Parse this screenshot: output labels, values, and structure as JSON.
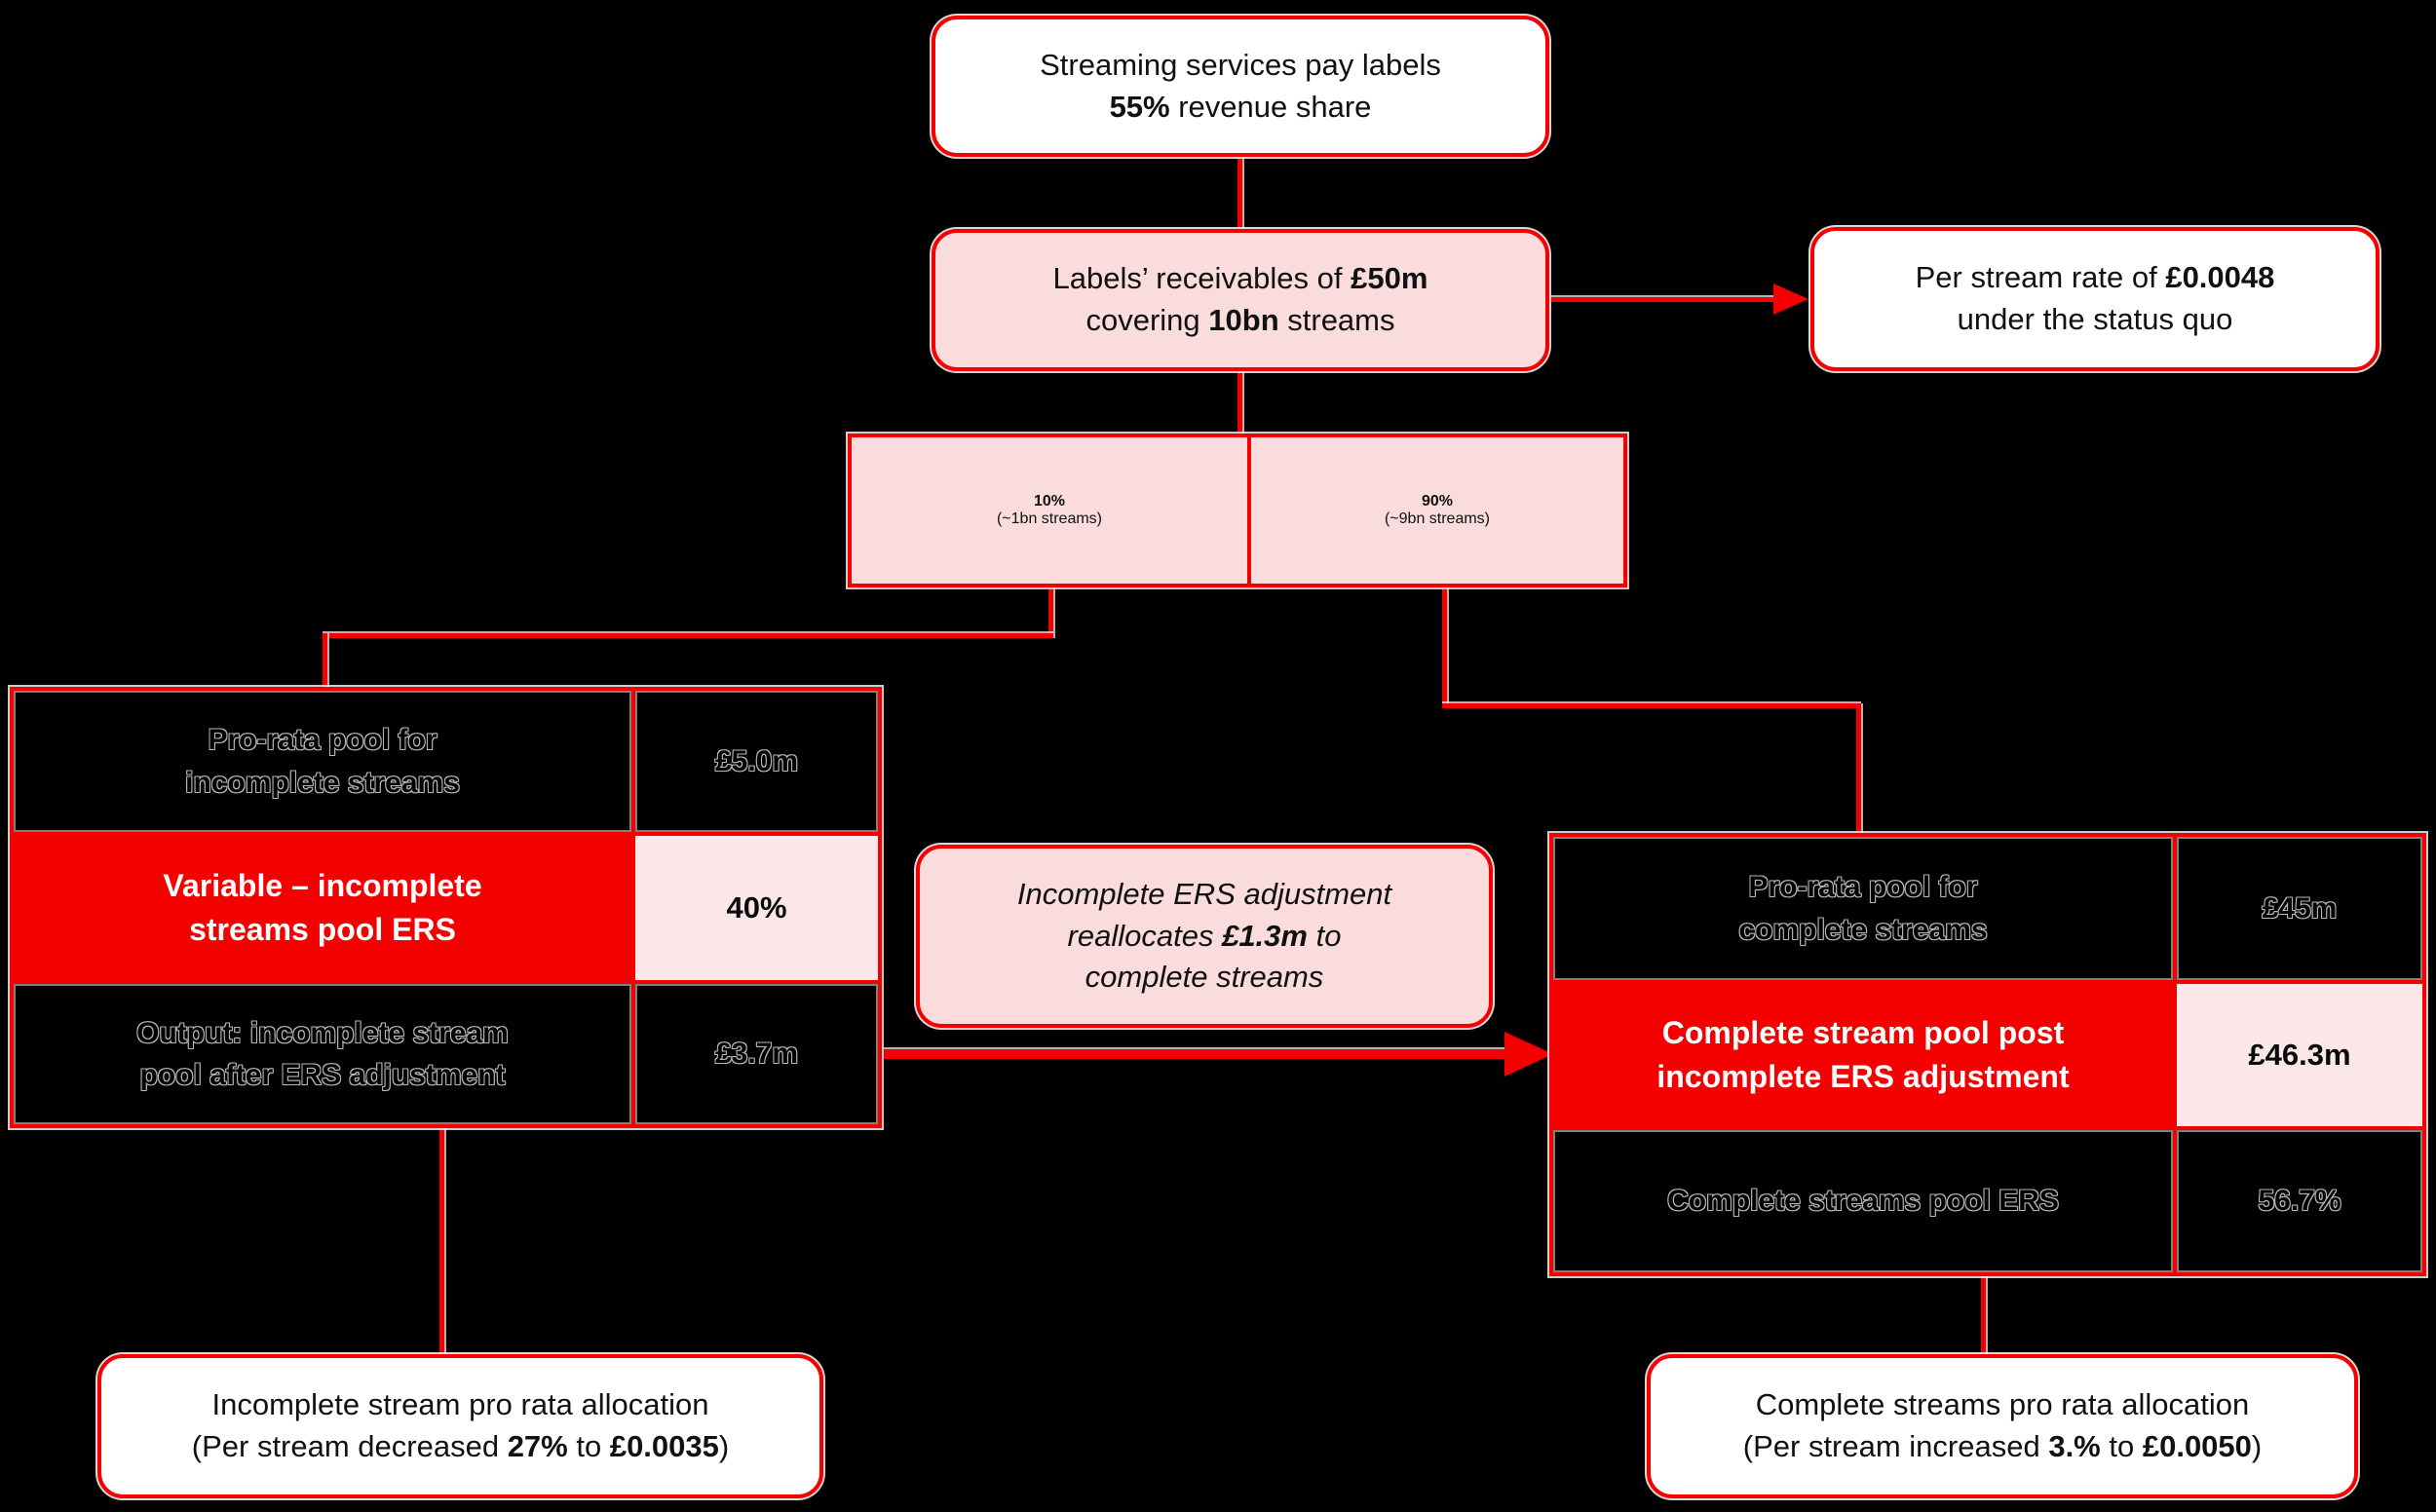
{
  "colors": {
    "red": "#f40000",
    "pink": "#fadcdc",
    "pink_light": "#fbe7e7",
    "background": "#000000",
    "box_white": "#ffffff"
  },
  "top_box": {
    "line1": "Streaming services pay labels",
    "bold2": "55%",
    "rest2": " revenue share"
  },
  "receivables_box": {
    "pre1": "Labels’ receivables of ",
    "bold1": "£50m",
    "pre2": "covering ",
    "bold2": "10bn",
    "rest2": " streams"
  },
  "status_quo_box": {
    "pre1": "Per stream rate of ",
    "bold1": "£0.0048",
    "line2": "under the status quo"
  },
  "split_box": {
    "left": {
      "pct": "10%",
      "sub": "(~1bn streams)"
    },
    "right": {
      "pct": "90%",
      "sub": "(~9bn streams)"
    }
  },
  "incomplete_table": {
    "rows": [
      {
        "label1": "Pro-rata pool for",
        "label2": "incomplete streams",
        "value": "£5.0m"
      },
      {
        "label1": "Variable – incomplete",
        "label2": "streams pool ERS",
        "value": "40%"
      },
      {
        "label1": "Output: incomplete stream",
        "label2": "pool after ERS adjustment",
        "value": "£3.7m"
      }
    ]
  },
  "adjustment_note": {
    "line1": "Incomplete ERS adjustment",
    "pre2": "reallocates ",
    "bold2": "£1.3m",
    "rest2": " to",
    "line3": "complete streams"
  },
  "complete_table": {
    "rows": [
      {
        "label1": "Pro-rata pool for",
        "label2": "complete streams",
        "value": "£45m"
      },
      {
        "label1": "Complete stream pool post",
        "label2": "incomplete ERS adjustment",
        "value": "£46.3m"
      },
      {
        "label1": "Complete streams pool ERS",
        "label2": "",
        "value": "56.7%"
      }
    ]
  },
  "incomplete_allocation_box": {
    "line1": "Incomplete stream pro rata allocation",
    "pre2": "(Per stream decreased ",
    "bold2a": "27%",
    "mid2": " to ",
    "bold2b": "£0.0035",
    "rest2": ")"
  },
  "complete_allocation_box": {
    "line1": "Complete streams pro rata allocation",
    "pre2": "(Per stream increased ",
    "bold2a": "3.%",
    "mid2": " to ",
    "bold2b": "£0.0050",
    "rest2": ")"
  }
}
